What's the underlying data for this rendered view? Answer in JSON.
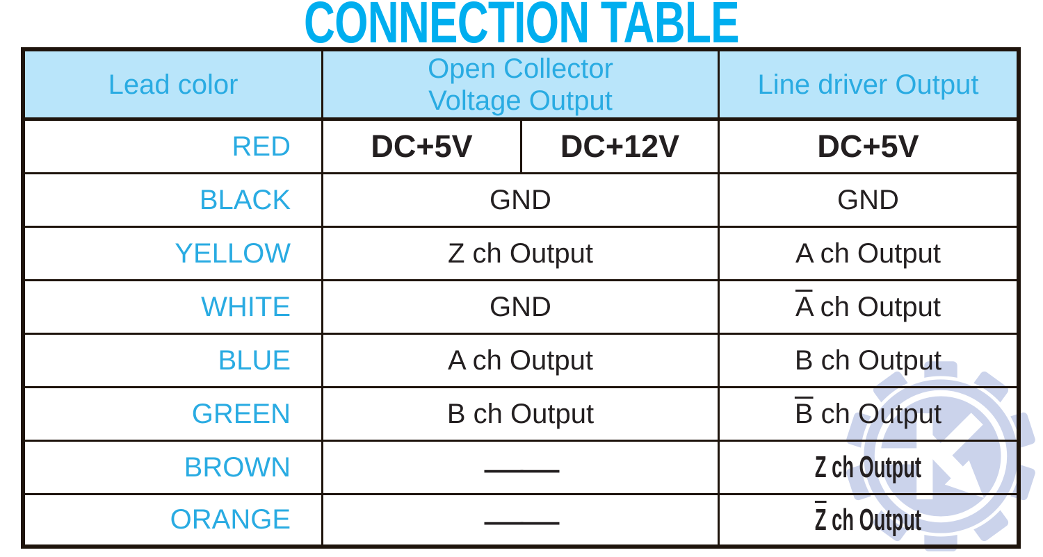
{
  "title": "CONNECTION TABLE",
  "colors": {
    "title_cyan": "#00AEEF",
    "accent_cyan": "#29ABE2",
    "header_bg": "#B9E5FA",
    "text_black": "#231F20",
    "border": "#1E140C",
    "watermark_blue": "#CBD3EB"
  },
  "header": {
    "lead_color": "Lead color",
    "open_collector_line1": "Open Collector",
    "open_collector_line2": "Voltage Output",
    "line_driver": "Line driver Output"
  },
  "rows": [
    {
      "lead": "RED",
      "oc_left": "DC+5V",
      "oc_right": "DC+12V",
      "ld": "DC+5V"
    },
    {
      "lead": "BLACK",
      "oc": "GND",
      "ld": "GND"
    },
    {
      "lead": "YELLOW",
      "oc": "Z ch Output",
      "ld": "A ch Output"
    },
    {
      "lead": "WHITE",
      "oc": "GND",
      "ld_bar": "A",
      "ld_rest": " ch Output"
    },
    {
      "lead": "BLUE",
      "oc": "A ch Output",
      "ld": "B ch Output"
    },
    {
      "lead": "GREEN",
      "oc": "B ch Output",
      "ld_bar": "B",
      "ld_rest": " ch Output"
    },
    {
      "lead": "BROWN",
      "oc_dash": "——",
      "ld": "Z ch Output"
    },
    {
      "lead": "ORANGE",
      "oc_dash": "——",
      "ld_bar": "Z",
      "ld_rest": " ch Output"
    }
  ],
  "watermark": {
    "icon": "gear-k-arrow-logo"
  }
}
